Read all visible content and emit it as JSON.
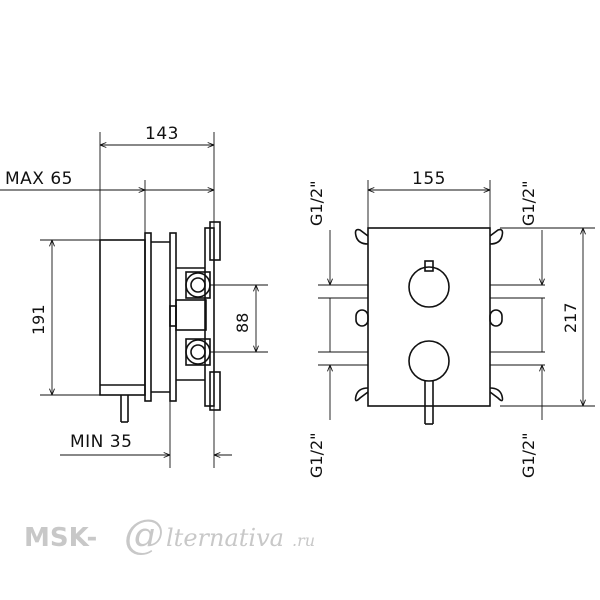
{
  "side_view": {
    "width": "143",
    "max_depth": "MAX 65",
    "height": "191",
    "pipe_spacing": "88",
    "min_depth": "MIN 35"
  },
  "front_view": {
    "width": "155",
    "height": "217",
    "thread_top_left": "G1/2\"",
    "thread_top_right": "G1/2\"",
    "thread_bottom_left": "G1/2\"",
    "thread_bottom_right": "G1/2\""
  },
  "watermark": {
    "brand": "MSK-",
    "at": "@",
    "rest": "lternativa",
    "tld": ".ru"
  }
}
